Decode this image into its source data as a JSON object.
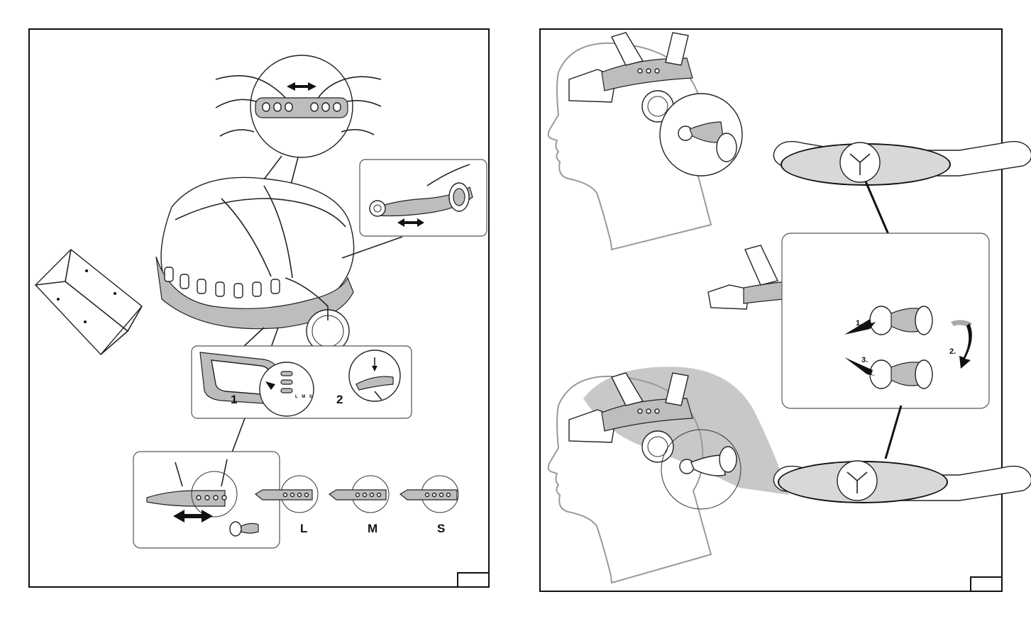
{
  "left_page": {
    "sizes": {
      "large": "L",
      "medium": "M",
      "small": "S",
      "slot_letters": "L M S"
    },
    "steps": {
      "first": "1",
      "second": "2"
    }
  },
  "right_page": {
    "steps": {
      "first": "1.",
      "second": "2.",
      "third": "3."
    }
  },
  "colors": {
    "line": "#111111",
    "grey_fill": "#bdbdbd",
    "head_outline": "#9a9a9a"
  }
}
